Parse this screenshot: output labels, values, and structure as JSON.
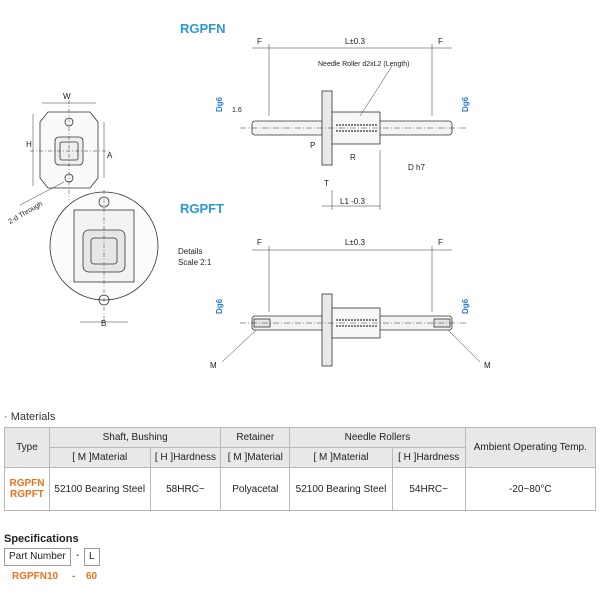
{
  "drawing": {
    "title_fn": "RGPFN",
    "title_ft": "RGPFT",
    "label_W": "W",
    "label_H": "H",
    "label_A": "A",
    "label_B": "B",
    "label_F": "F",
    "label_L": "L±0.3",
    "label_L1": "L1 -0.3",
    "label_P": "P",
    "label_R": "R",
    "label_T": "T",
    "label_M": "M",
    "label_D": "D h7",
    "label_dg6": "Dg6",
    "label_through": "2-d Through",
    "needle_note": "Needle Roller d2xL2 (Length)",
    "details_line1": "Details",
    "details_line2": "Scale 2:1",
    "roughness": "1.6"
  },
  "materials": {
    "title": "· Materials",
    "headers": {
      "type": "Type",
      "shaft": "Shaft, Bushing",
      "retainer": "Retainer",
      "needle": "Needle Rollers",
      "ambient": "Ambient Operating Temp."
    },
    "subheaders": {
      "shaft_material": "[ M ]Material",
      "shaft_hardness": "[ H ]Hardness",
      "retainer_material": "[ M ]Material",
      "needle_material": "[ M ]Material",
      "needle_hardness": "[ H ]Hardness"
    },
    "row": {
      "type1": "RGPFN",
      "type2": "RGPFT",
      "shaft_material": "52100 Bearing Steel",
      "shaft_hardness": "58HRC~",
      "retainer_material": "Polyacetal",
      "needle_material": "52100 Bearing Steel",
      "needle_hardness": "54HRC~",
      "ambient": "-20~80°C"
    }
  },
  "specifications": {
    "title": "Specifications",
    "part_number_label": "Part Number",
    "dash": "-",
    "l_label": "L",
    "example_part": "RGPFN10",
    "example_dash": "-",
    "example_l": "60"
  }
}
